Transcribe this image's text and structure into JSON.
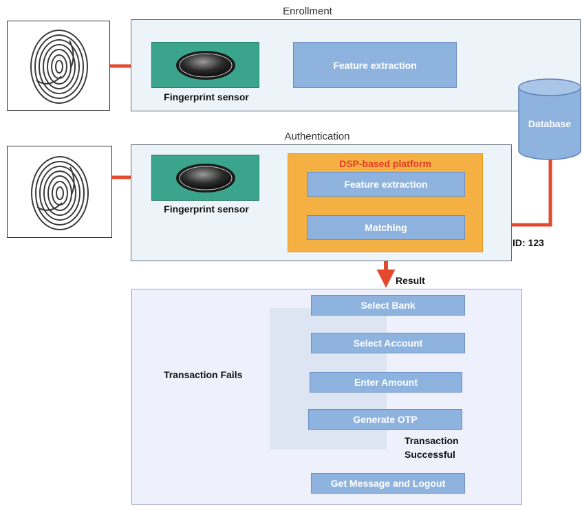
{
  "enrollment": {
    "title": "Enrollment",
    "sensor_label": "Fingerprint sensor",
    "feature_extraction": "Feature extraction"
  },
  "database": {
    "label": "Database"
  },
  "authentication": {
    "title": "Authentication",
    "sensor_label": "Fingerprint sensor",
    "platform_title": "DSP-based platform",
    "feature_extraction": "Feature extraction",
    "matching": "Matching",
    "id_label": "ID: 123",
    "result_label": "Result"
  },
  "transaction": {
    "steps": [
      "Select Bank",
      "Select Account",
      "Enter Amount",
      "Generate OTP",
      "Get Message and Logout"
    ],
    "fails_label": "Transaction Fails",
    "success_label_line1": "Transaction",
    "success_label_line2": "Successful"
  },
  "colors": {
    "arrow": "#e34a2d",
    "panel": "#edf4f9",
    "blue_box": "#8fb3df",
    "sensor_green": "#3aa58c",
    "dsp_orange": "#f4b042",
    "dsp_title_red": "#e8392b",
    "database_blue": "#8fb3df"
  },
  "icons": [
    "fingerprint-icon",
    "sensor-pad-icon",
    "database-cylinder-icon"
  ]
}
